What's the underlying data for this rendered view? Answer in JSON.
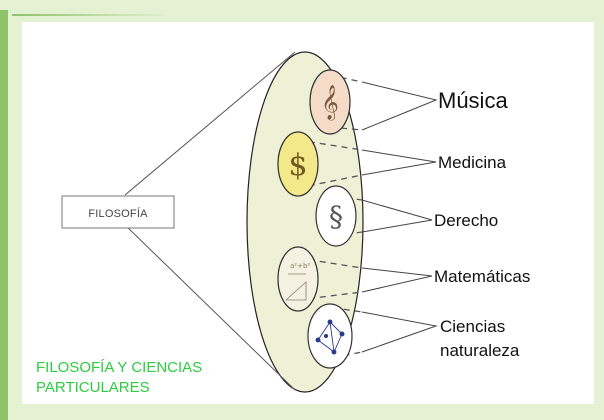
{
  "diagram": {
    "root_label": "FILOSOFÍA",
    "subjects": [
      {
        "label": "Música",
        "icon": "treble-clef-icon",
        "glyph": "𝄞"
      },
      {
        "label": "Medicina",
        "icon": "caduceus-icon",
        "glyph": "$"
      },
      {
        "label": "Derecho",
        "icon": "section-sign-icon",
        "glyph": "§"
      },
      {
        "label": "Matemáticas",
        "icon": "math-formula-icon",
        "glyph": ""
      },
      {
        "label_line1": "Ciencias",
        "label_line2": "naturaleza",
        "icon": "network-icon",
        "glyph": ""
      }
    ],
    "footer_line1": "FILOSOFÍA Y CIENCIAS",
    "footer_line2": "PARTICULARES"
  },
  "colors": {
    "background": "#e4f1d2",
    "ellipse_fill": "#e8efcf",
    "accent_green": "#2ecc40",
    "medicina_circle": "#f3e88a"
  }
}
